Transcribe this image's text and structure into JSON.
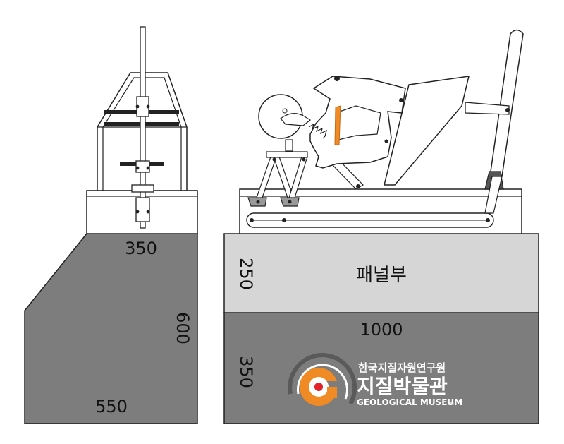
{
  "dimensions": {
    "left_top_width": "350",
    "left_height": "600",
    "left_bottom_width": "550",
    "panel_height": "250",
    "base_width": "1000",
    "base_height": "350"
  },
  "panel_label": "패널부",
  "logo": {
    "org_name": "한국지질자원연구원",
    "museum_name_ko": "지질박물관",
    "museum_name_en": "GEOLOGICAL MUSEUM",
    "tm": "TM"
  },
  "colors": {
    "base_dark": "#7d7d7d",
    "panel_light": "#d6d6d6",
    "outline": "#222222",
    "accent_orange": "#f08a24",
    "logo_dark": "#5a5a5a",
    "logo_red": "#e3232a"
  }
}
